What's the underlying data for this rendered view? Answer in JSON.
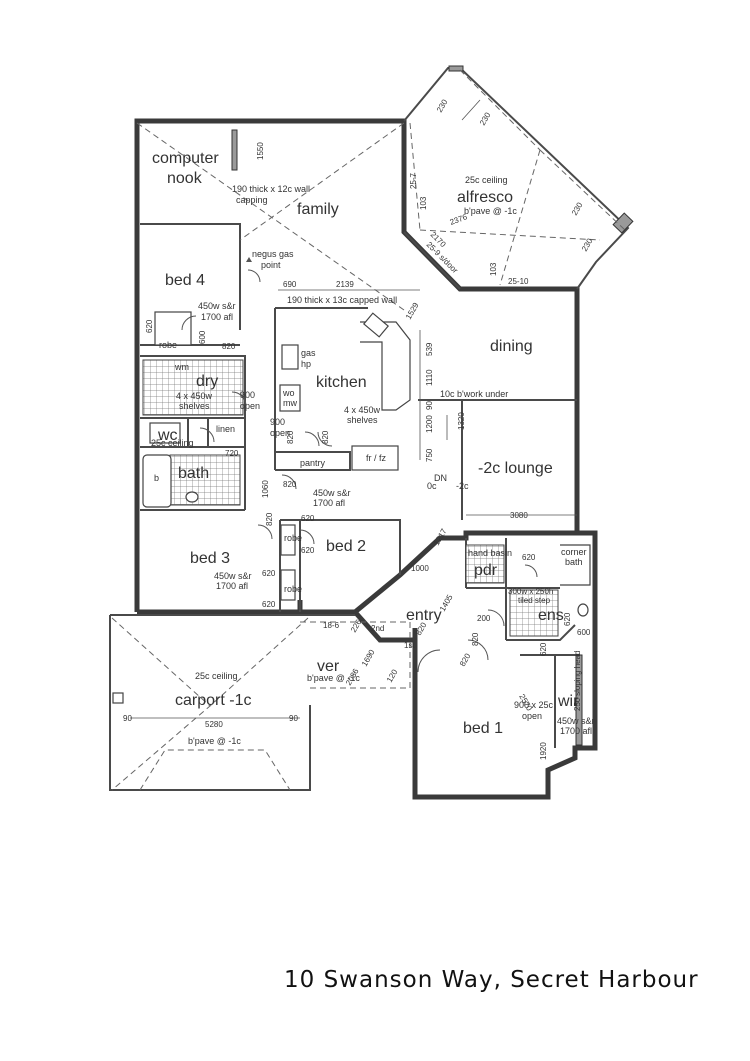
{
  "address": "10 Swanson Way, Secret Harbour",
  "rooms": {
    "computer_nook": [
      "computer",
      "nook"
    ],
    "family": "family",
    "alfresco": "alfresco",
    "bed4": "bed 4",
    "kitchen": "kitchen",
    "dining": "dining",
    "dry": "dry",
    "wc": "wc",
    "bath": "bath",
    "lounge": "-2c lounge",
    "bed3": "bed 3",
    "bed2": "bed 2",
    "entry": "entry",
    "pdr": "pdr",
    "ens": "ens",
    "carport": "carport -1c",
    "ver": "ver",
    "bed1": "bed 1",
    "wir": "wir"
  },
  "notes": {
    "wall_capping": [
      "190 thick x 12c wall",
      "capping"
    ],
    "capped_wall": "190 thick x 13c capped wall",
    "negus_gas": [
      "negus gas",
      "point"
    ],
    "alfresco_ceiling": "25c ceiling",
    "alfresco_pave": "b'pave @ -1c",
    "bed4_robe_spec": [
      "450w s&r",
      "1700 afl"
    ],
    "robe": "robe",
    "gas_hp": [
      "gas",
      "hp"
    ],
    "wm": "wm",
    "wo_mw": [
      "wo",
      "mw"
    ],
    "dry_shelves": [
      "4 x 450w",
      "shelves"
    ],
    "open_900": [
      "900",
      "open"
    ],
    "open_900_kitchen": [
      "900",
      "open"
    ],
    "kitchen_shelves": [
      "4 x 450w",
      "shelves"
    ],
    "bwork_under": "10c b'work under",
    "linen": "linen",
    "wc_ceiling": "25c ceiling",
    "pantry": "pantry",
    "fr_fz": "fr / fz",
    "b": "b",
    "dn": "DN",
    "step_0c": "0c",
    "step_2c": "-2c",
    "bed2_spec": [
      "450w s&r",
      "1700 afl"
    ],
    "bed3_spec": [
      "450w s&r",
      "1700 afl"
    ],
    "hand_basin": "hand basin",
    "corner_bath": [
      "corner",
      "bath"
    ],
    "ens_shower": [
      "300w x 250h",
      "tiled step"
    ],
    "sloping_head": "25c sloping head",
    "carport_ceiling": "25c ceiling",
    "carport_pave": "b'pave @ -1c",
    "ver_pave": "b'pave @ -1c",
    "step_2nd": "2nd",
    "step_1st": "1st",
    "wir_open": [
      "900 x 25c",
      "open"
    ],
    "wir_spec": [
      "450w s&r",
      "1700 afl"
    ]
  },
  "dimensions": {
    "d1550": "1550",
    "d230a": "230",
    "d230b": "230",
    "d230c": "230",
    "d230d": "230",
    "d25_7": "25-7",
    "d103a": "103",
    "d103b": "103",
    "d2376": "2376",
    "d2170": "2170",
    "d25_9": "25-9 s/door",
    "d25_10": "25-10",
    "d690": "690",
    "d2139": "2139",
    "d1529": "1529",
    "d620a": "620",
    "d600a": "600",
    "d820a": "820",
    "d539": "539",
    "d1110": "1110",
    "d90": "90",
    "d1200": "1200",
    "d1320": "1320",
    "d750": "750",
    "d720": "720",
    "d820b": "820",
    "d820c": "820",
    "d820d": "820",
    "d1060": "1060",
    "d820e": "820",
    "d620b": "620",
    "d620c": "620",
    "d3080": "3080",
    "d1217": "1217",
    "d1000": "1000",
    "d620d": "620",
    "d620e": "620",
    "d1405": "1405",
    "d200": "200",
    "d620f": "620",
    "d600b": "600",
    "d820f": "820",
    "d620g": "620",
    "d18_6": "18-6",
    "d226": "226",
    "d1690": "1690",
    "d2036": "2036",
    "d120": "120",
    "d820g": "820",
    "d2570": "2570",
    "d90a": "90",
    "d5280": "5280",
    "d90b": "90",
    "d1920": "1920",
    "d820h": "820",
    "d620h": "620"
  }
}
